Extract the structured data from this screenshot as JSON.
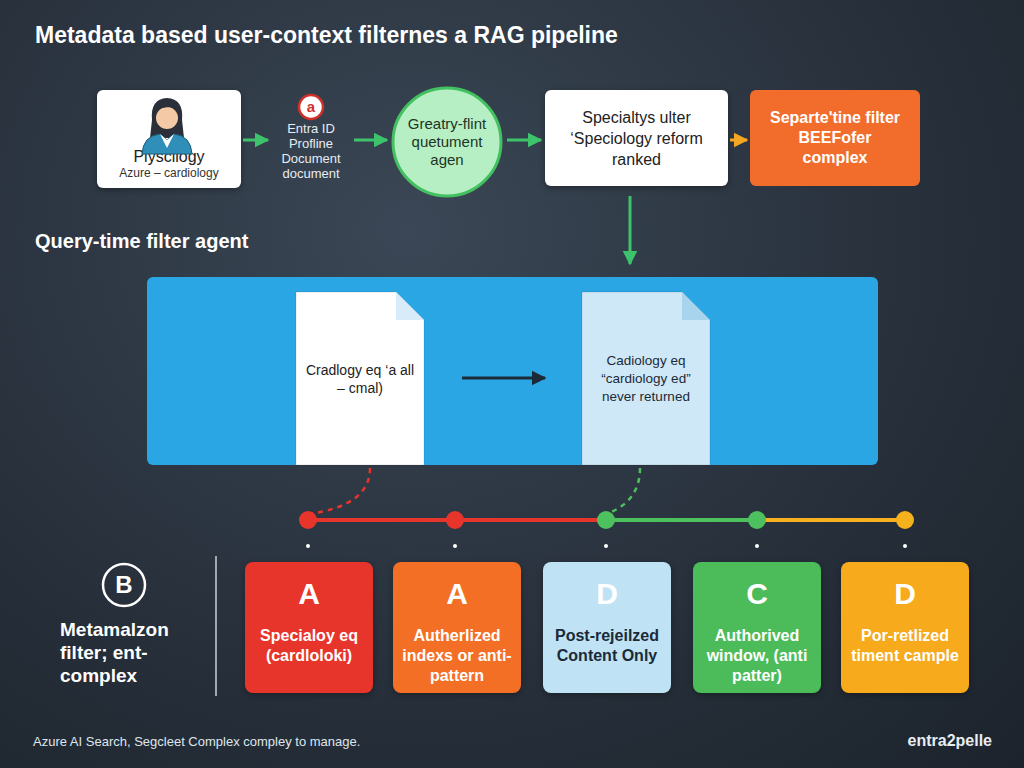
{
  "diagram": {
    "title": "Metadata based user-context filternes a RAG pipeline",
    "caption": "Azure AI Search, Segcleet Complex compley to manage.",
    "nodes": [
      {
        "text": [
          "Plyscllogy",
          "Azure – cardiology"
        ]
      },
      {
        "text": [
          "a",
          "Entra ID Profline Document document"
        ]
      },
      {
        "text": [
          "Greatry-flint quetument agen"
        ]
      },
      {
        "text": [
          "Specialtys ulter ‘Speciology reform ranked"
        ]
      },
      {
        "text": [
          "Separte'tine filter BEEFofer complex"
        ]
      },
      {
        "text": [
          "Query-time filter agent"
        ]
      },
      {
        "text": [
          "Cradlogy eq ‘a all – cmal)"
        ],
        "in": 5
      },
      {
        "text": [
          "Cadiology eq “cardiology ed” never returned"
        ],
        "in": 5
      },
      {
        "text": [
          "B",
          "Metamalzon filter; ent-complex"
        ]
      },
      {
        "text": [
          "A",
          "Specialoy eq (cardloloki)"
        ]
      },
      {
        "text": [
          "A",
          "Autherlized indexs or anti-pattern"
        ]
      },
      {
        "text": [
          "D",
          "Post-rejeilzed Content Only"
        ]
      },
      {
        "text": [
          "C",
          "Authorived window, (anti patter)"
        ]
      },
      {
        "text": [
          "D",
          "Por-retlized timent cample"
        ]
      }
    ],
    "edges": [
      {
        "from": 0,
        "to": 1,
        "arrow": "to"
      },
      {
        "from": 1,
        "to": 2,
        "arrow": "to"
      },
      {
        "from": 2,
        "to": 3,
        "arrow": "to"
      },
      {
        "from": 3,
        "to": 4,
        "arrow": "to"
      },
      {
        "from": 3,
        "to": 5,
        "arrow": "to"
      },
      {
        "from": 6,
        "to": 7,
        "arrow": "to"
      }
    ],
    "labels": [
      "entra2pelle"
    ]
  }
}
